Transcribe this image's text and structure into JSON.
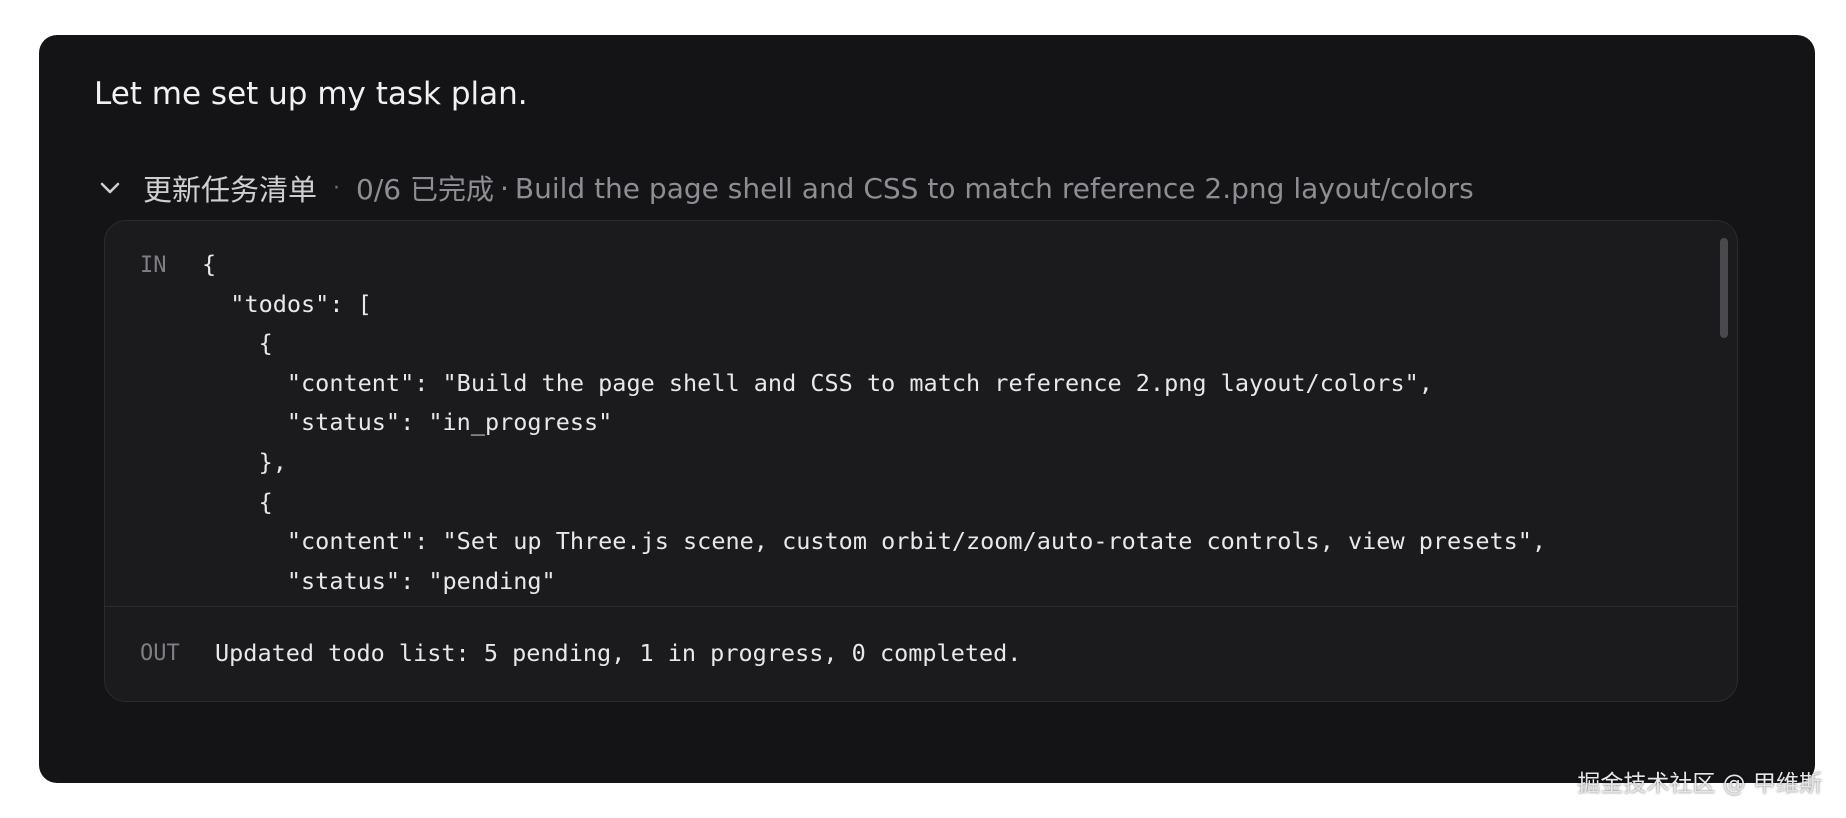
{
  "message": {
    "intro": "Let me set up my task plan."
  },
  "tool_call": {
    "title": "更新任务清单",
    "separator": "·",
    "progress": "0/6 已完成",
    "summary_separator": "·",
    "summary": "Build the page shell and CSS to match reference 2.png layout/colors",
    "expanded": true,
    "in_label": "IN",
    "in_code": "{\n  \"todos\": [\n    {\n      \"content\": \"Build the page shell and CSS to match reference 2.png layout/colors\",\n      \"status\": \"in_progress\"\n    },\n    {\n      \"content\": \"Set up Three.js scene, custom orbit/zoom/auto-rotate controls, view presets\",\n      \"status\": \"pending\"\n    },",
    "out_label": "OUT",
    "out_text": "Updated todo list: 5 pending, 1 in progress, 0 completed."
  },
  "watermark": "掘金技术社区 @ 甲维斯",
  "icons": {
    "toggle": "chevron-down-icon"
  },
  "colors": {
    "panel_bg": "#141416",
    "box_bg": "#1b1b1d",
    "text_primary": "#e8e8ea",
    "text_muted": "#8d8d94"
  }
}
